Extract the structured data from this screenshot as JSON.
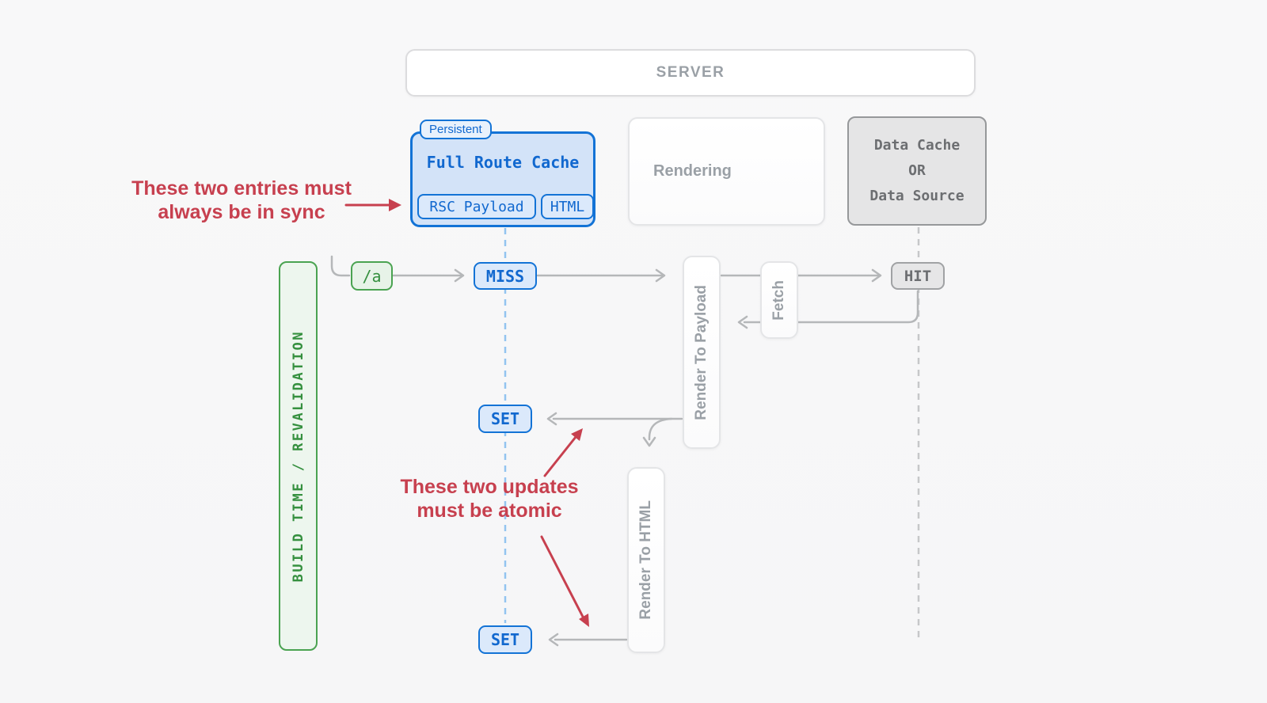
{
  "server": {
    "label": "SERVER"
  },
  "full_route_cache": {
    "badge": "Persistent",
    "title": "Full Route Cache",
    "chips": [
      "RSC Payload",
      "HTML"
    ]
  },
  "rendering": {
    "label": "Rendering"
  },
  "data_cache": {
    "lines": [
      "Data Cache",
      "OR",
      "Data Source"
    ]
  },
  "build_bar": {
    "label": "BUILD TIME / REVALIDATION"
  },
  "route_chip": {
    "label": "/a"
  },
  "sequence": {
    "miss": "MISS",
    "set_top": "SET",
    "set_bottom": "SET",
    "hit": "HIT"
  },
  "activities": {
    "render_to_payload": "Render To Payload",
    "fetch": "Fetch",
    "render_to_html": "Render To HTML"
  },
  "annotations": {
    "sync": {
      "line1": "These two entries must",
      "line2": "always be in sync"
    },
    "atomic": {
      "line1": "These two updates",
      "line2": "must be atomic"
    }
  },
  "colors": {
    "background": "#f7f7f8",
    "blue_border": "#1373d6",
    "blue_fill": "#d3e3f8",
    "blue_chip_fill": "#dbe9fb",
    "blue_dash": "#93c4f0",
    "green_border": "#4aa351",
    "green_fill": "#edf6ee",
    "green_text": "#35903f",
    "gray_arrow": "#b5b7b9",
    "gray_dash": "#c6c7c9",
    "gray_label": "#9aa0a6",
    "dark_gray_fill": "#e5e5e6",
    "dark_gray_border": "#96989a",
    "dark_gray_text": "#6c6e71",
    "red_annotation": "#c7404f"
  }
}
